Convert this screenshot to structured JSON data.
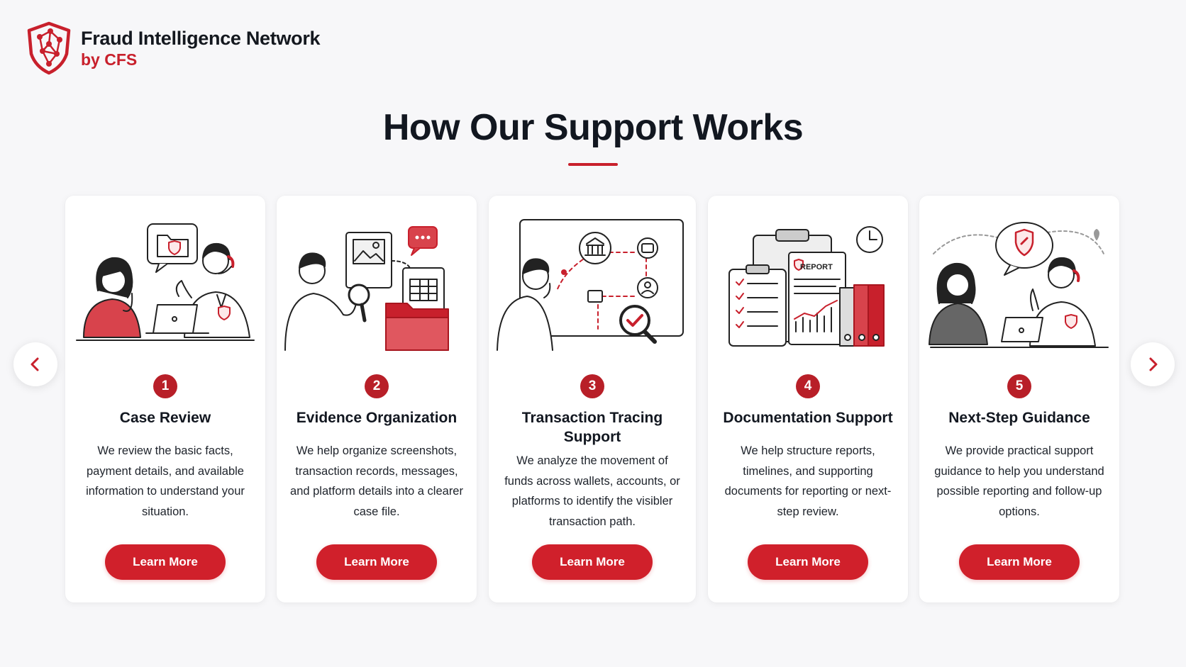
{
  "brand": {
    "title": "Fraud Intelligence Network",
    "subtitle": "by CFS",
    "logo_icon": "shield-network-icon"
  },
  "page": {
    "title": "How Our Support Works"
  },
  "colors": {
    "accent": "#c8202c",
    "button": "#d0202b",
    "badge": "#b81f28",
    "text": "#14181f",
    "background": "#f7f7f9"
  },
  "carousel": {
    "prev_icon": "chevron-left-icon",
    "next_icon": "chevron-right-icon"
  },
  "cards": [
    {
      "step": "1",
      "title": "Case Review",
      "description": "We review the basic facts, payment details, and available information to understand your situation.",
      "button_label": "Learn More",
      "illustration": "case-review-illustration"
    },
    {
      "step": "2",
      "title": "Evidence Organization",
      "description": "We help organize screenshots, transaction records, messages, and platform details into a clearer case file.",
      "button_label": "Learn More",
      "illustration": "evidence-organization-illustration"
    },
    {
      "step": "3",
      "title": "Transaction Tracing Support",
      "description": "We analyze the movement of funds across wallets, accounts, or platforms to identify the visibler transaction path.",
      "button_label": "Learn More",
      "illustration": "transaction-tracing-illustration"
    },
    {
      "step": "4",
      "title": "Documentation Support",
      "description": "We help structure reports, timelines, and supporting documents for reporting or next-step review.",
      "button_label": "Learn More",
      "illustration": "documentation-illustration",
      "report_label": "REPORT"
    },
    {
      "step": "5",
      "title": "Next-Step Guidance",
      "description": "We provide practical support guidance to help you understand possible reporting and follow-up options.",
      "button_label": "Learn More",
      "illustration": "guidance-illustration"
    }
  ]
}
